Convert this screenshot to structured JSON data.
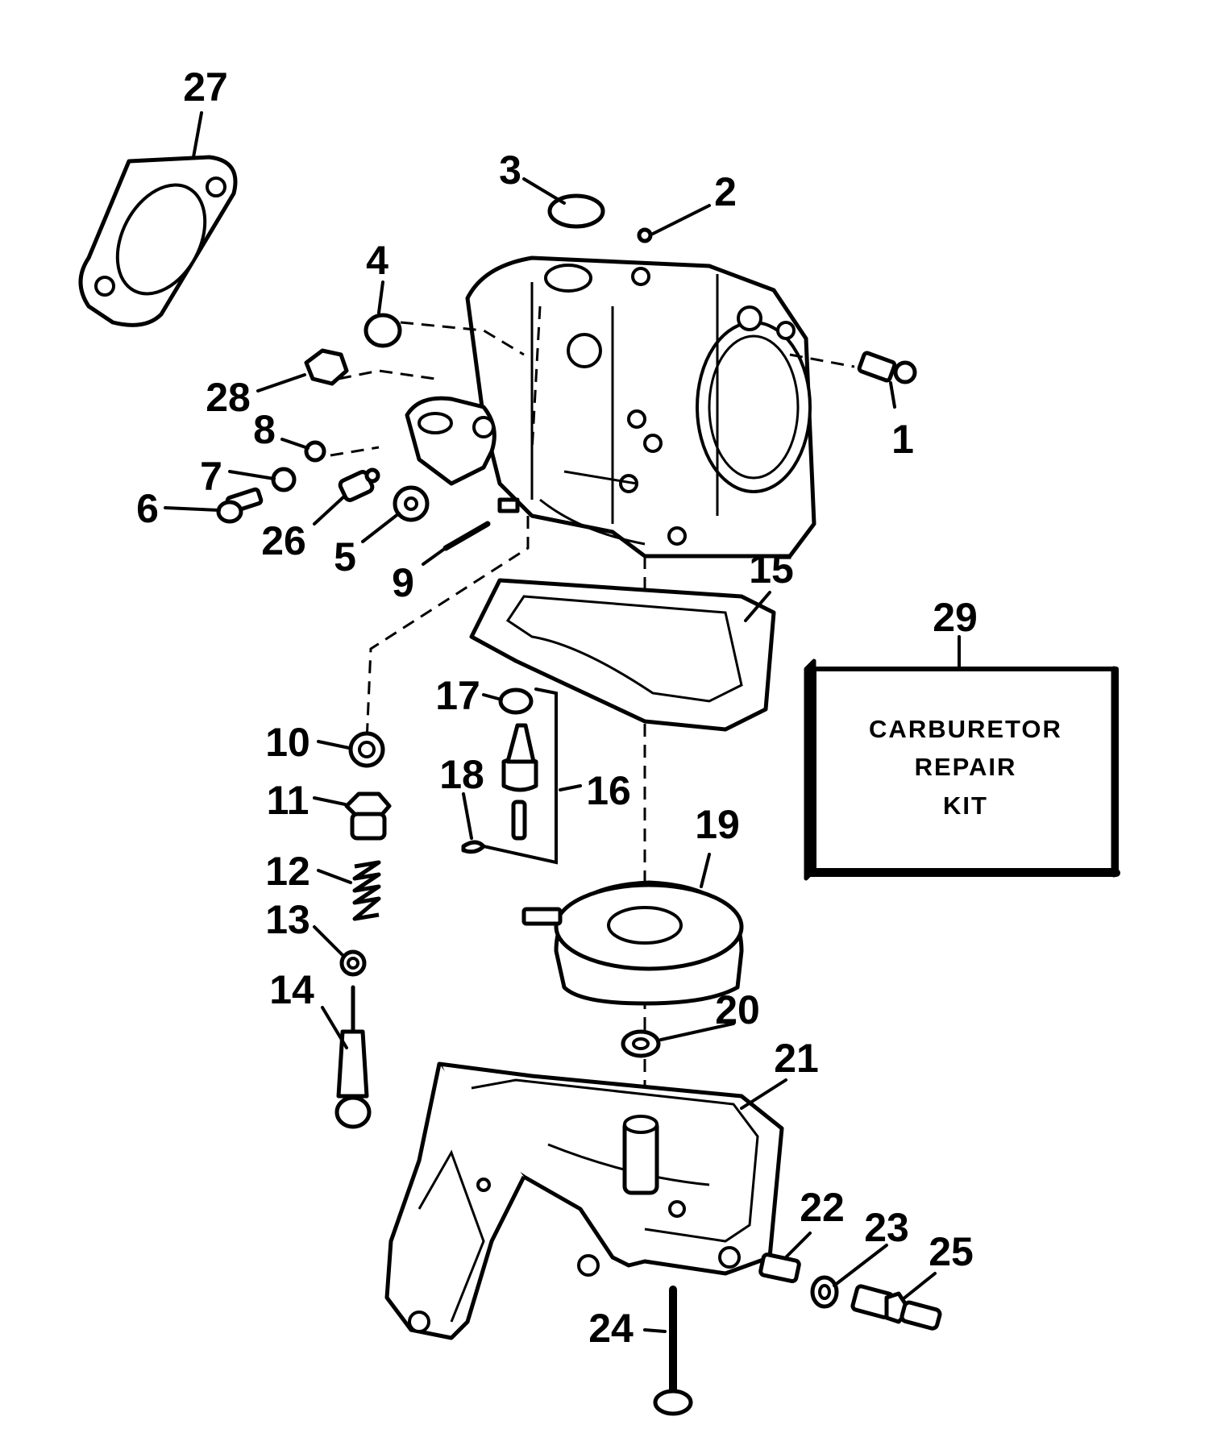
{
  "callouts": {
    "c1": "1",
    "c2": "2",
    "c3": "3",
    "c4": "4",
    "c5": "5",
    "c6": "6",
    "c7": "7",
    "c8": "8",
    "c9": "9",
    "c10": "10",
    "c11": "11",
    "c12": "12",
    "c13": "13",
    "c14": "14",
    "c15": "15",
    "c16": "16",
    "c17": "17",
    "c18": "18",
    "c19": "19",
    "c20": "20",
    "c21": "21",
    "c22": "22",
    "c23": "23",
    "c24": "24",
    "c25": "25",
    "c26": "26",
    "c27": "27",
    "c28": "28",
    "c29": "29"
  },
  "kit_box": {
    "line1": "CARBURETOR",
    "line2": "REPAIR",
    "line3": "KIT"
  }
}
